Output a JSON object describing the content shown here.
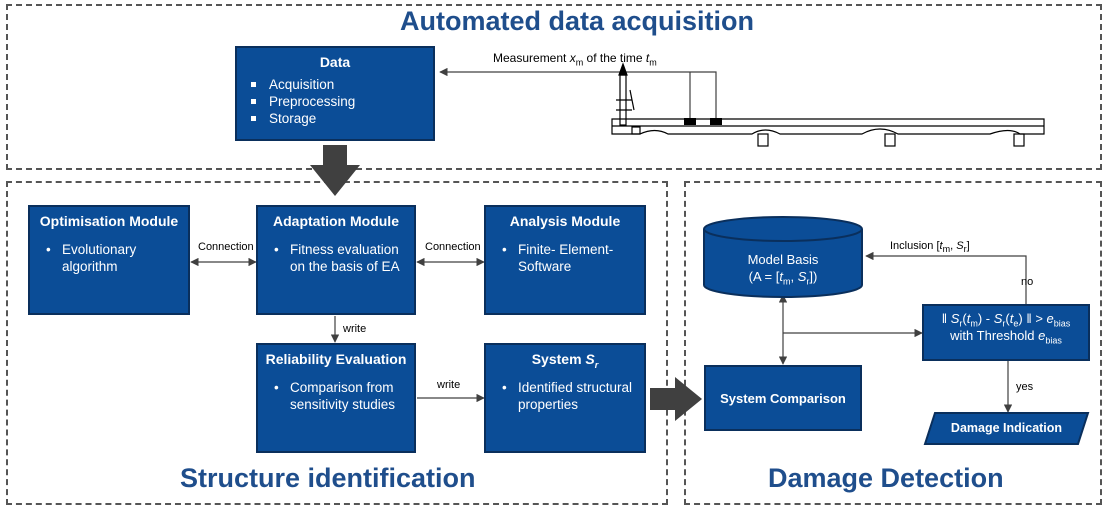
{
  "regions": {
    "acquisition_title": "Automated data acquisition",
    "identification_title": "Structure identification",
    "detection_title": "Damage Detection"
  },
  "data_box": {
    "title": "Data",
    "items": [
      "Acquisition",
      "Preprocessing",
      "Storage"
    ]
  },
  "measurement_label": {
    "prefix": "Measurement ",
    "var_x": "x",
    "sub_m": "m",
    "middle": " of the time ",
    "var_t": "t",
    "sub_m2": "m"
  },
  "optimisation": {
    "title": "Optimisation Module",
    "items": [
      "Evolutionary algorithm"
    ]
  },
  "adaptation": {
    "title": "Adaptation Module",
    "items": [
      "Fitness evaluation on the basis of EA"
    ]
  },
  "analysis": {
    "title": "Analysis Module",
    "items": [
      "Finite- Element-Software"
    ]
  },
  "reliability": {
    "title": "Reliability Evaluation",
    "items": [
      "Comparison from sensitivity studies"
    ]
  },
  "system": {
    "title_prefix": "System ",
    "title_var": "S",
    "title_sub": "r",
    "items": [
      "Identified structural properties"
    ]
  },
  "edges": {
    "connection_left": "Connection",
    "connection_right": "Connection",
    "write_down": "write",
    "write_right": "write",
    "inclusion": "Inclusion [",
    "inclusion_t": "t",
    "inclusion_tsub": "m",
    "inclusion_sep": ", ",
    "inclusion_s": "S",
    "inclusion_ssub": "r",
    "inclusion_end": "]",
    "no": "no",
    "yes": "yes"
  },
  "model_basis": {
    "line1": "Model Basis",
    "line2_prefix": "(A = [",
    "line2_t": "t",
    "line2_tsub": "m",
    "line2_sep": ", ",
    "line2_s": "S",
    "line2_ssub": "r",
    "line2_end": "])"
  },
  "threshold": {
    "norm_open": "‖ ",
    "s1": "S",
    "s1sub": "r",
    "arg1_open": "(",
    "arg1_t": "t",
    "arg1_sub": "m",
    "arg1_close": ")",
    "minus": " - ",
    "s2": "S",
    "s2sub": "r",
    "arg2_open": "(",
    "arg2_t": "t",
    "arg2_sub": "e",
    "arg2_close": ")",
    "norm_close": " ‖",
    "gt": " > ",
    "e": "e",
    "esub": "bias",
    "line2_prefix": "with Threshold ",
    "e2": "e",
    "e2sub": "bias"
  },
  "system_comparison": "System Comparison",
  "damage_indication": "Damage Indication",
  "colors": {
    "box_fill": "#0b4d97",
    "box_border": "#0a2f5c",
    "title_blue": "#1f4e8c",
    "arrow_gray": "#404040"
  }
}
